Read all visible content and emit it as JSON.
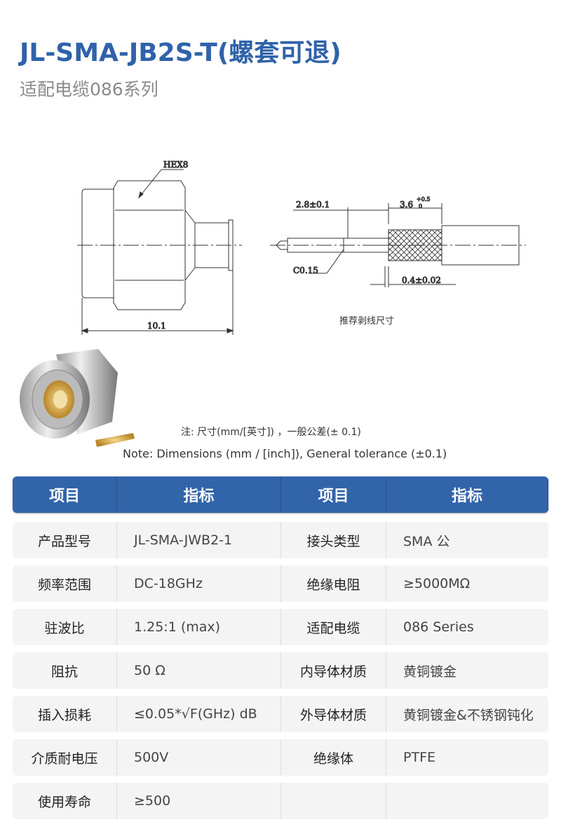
{
  "title": "JL-SMA-JB2S-T(螺套可退)",
  "subtitle": "适配电缆086系列",
  "drawing": {
    "hex_label": "HEX8",
    "length_label": "10.1",
    "strip_a": "2.8±0.1",
    "strip_b": "3.6",
    "strip_b_tol_upper": "+0.5",
    "strip_b_tol_lower": "0",
    "chamfer": "C0.15",
    "strip_c": "0.4±0.02",
    "strip_caption": "推荐剥线尺寸"
  },
  "notes": {
    "cn": "注: 尺寸(mm/[英寸]) ，一般公差(± 0.1)",
    "en": "Note: Dimensions (mm / [inch]), General tolerance (±0.1)"
  },
  "table": {
    "headers": [
      "项目",
      "指标",
      "项目",
      "指标"
    ],
    "rows": [
      [
        "产品型号",
        "JL-SMA-JWB2-1",
        "接头类型",
        "SMA 公"
      ],
      [
        "频率范围",
        "DC-18GHz",
        "绝缘电阻",
        "≥5000MΩ"
      ],
      [
        "驻波比",
        "1.25:1 (max)",
        "适配电缆",
        "086 Series"
      ],
      [
        "阻抗",
        "50 Ω",
        "内导体材质",
        "黄铜镀金"
      ],
      [
        "插入损耗",
        "≤0.05*√F(GHz) dB",
        "外导体材质",
        "黄铜镀金&不锈钢钝化"
      ],
      [
        "介质耐电压",
        "500V",
        "绝缘体",
        "PTFE"
      ],
      [
        "使用寿命",
        "≥500",
        "",
        ""
      ]
    ]
  },
  "colors": {
    "accent": "#3264aa",
    "row_bg": "#f4f4f4"
  }
}
